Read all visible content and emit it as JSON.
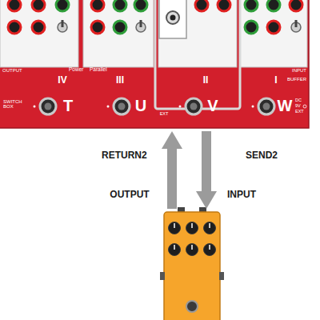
{
  "diagram": {
    "nodes": [
      {
        "text": [
          "OUTPUT",
          "Power",
          "Parallel",
          "INPUT",
          "IV",
          "III",
          "II",
          "I",
          "BUFFER",
          "EXT",
          "SWITCH BOX",
          "T",
          "U",
          "V",
          "W",
          "DC",
          "9V",
          "EXT"
        ]
      },
      {
        "text": [
          "OUTPUT",
          "INPUT"
        ]
      }
    ],
    "edges": [
      {
        "from": 1,
        "to": 0,
        "arrow": "to",
        "label": "RETURN2"
      },
      {
        "from": 0,
        "to": 1,
        "arrow": "to",
        "label": "SEND2"
      }
    ]
  }
}
